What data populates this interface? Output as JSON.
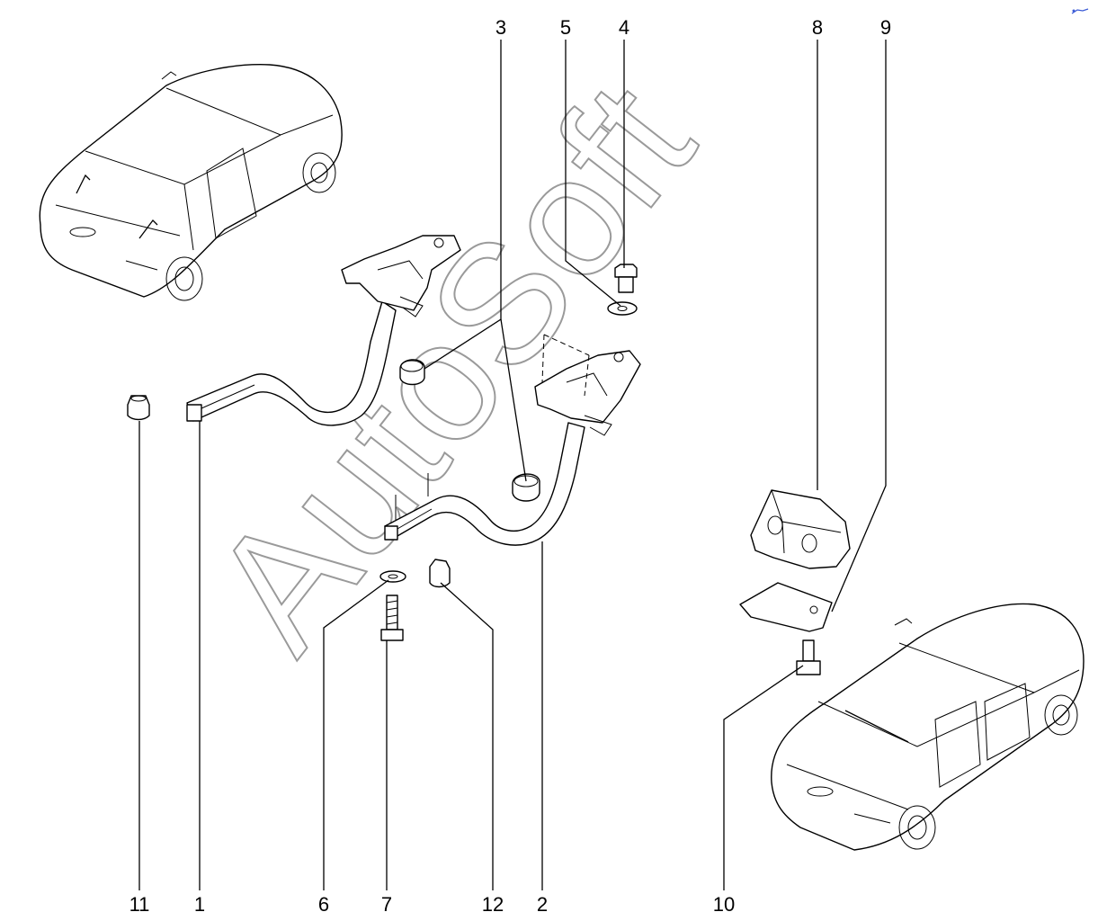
{
  "diagram": {
    "watermark": "AutoSoft",
    "brand_mark": "",
    "callouts": [
      {
        "id": "3",
        "label": "3"
      },
      {
        "id": "5",
        "label": "5"
      },
      {
        "id": "4",
        "label": "4"
      },
      {
        "id": "8",
        "label": "8"
      },
      {
        "id": "9",
        "label": "9"
      },
      {
        "id": "11",
        "label": "11"
      },
      {
        "id": "1",
        "label": "1"
      },
      {
        "id": "6",
        "label": "6"
      },
      {
        "id": "7",
        "label": "7"
      },
      {
        "id": "12",
        "label": "12"
      },
      {
        "id": "2",
        "label": "2"
      },
      {
        "id": "10",
        "label": "10"
      }
    ]
  }
}
